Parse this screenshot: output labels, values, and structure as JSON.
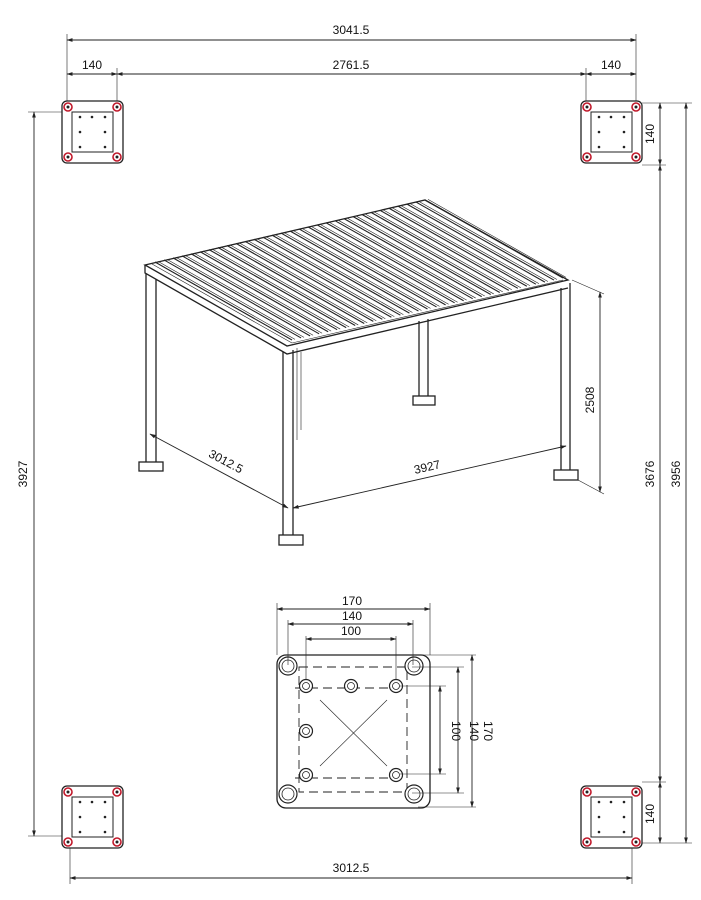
{
  "dimensions": {
    "top_total": "3041.5",
    "top_left_plate": "140",
    "top_between": "2761.5",
    "top_right_plate": "140",
    "right_plate": "140",
    "right_inner": "3676",
    "right_outer": "3956",
    "left_total": "3927",
    "bottom_total": "3012.5",
    "bottom_right_plate": "140",
    "iso_depth": "3012.5",
    "iso_width": "3927",
    "iso_height": "2508",
    "detail_w170": "170",
    "detail_w140": "140",
    "detail_w100": "100",
    "detail_h100": "100",
    "detail_h140": "140",
    "detail_h170": "170"
  },
  "colors": {
    "line": "#222222",
    "bolt_mark": "#c0182a",
    "background": "#ffffff"
  }
}
